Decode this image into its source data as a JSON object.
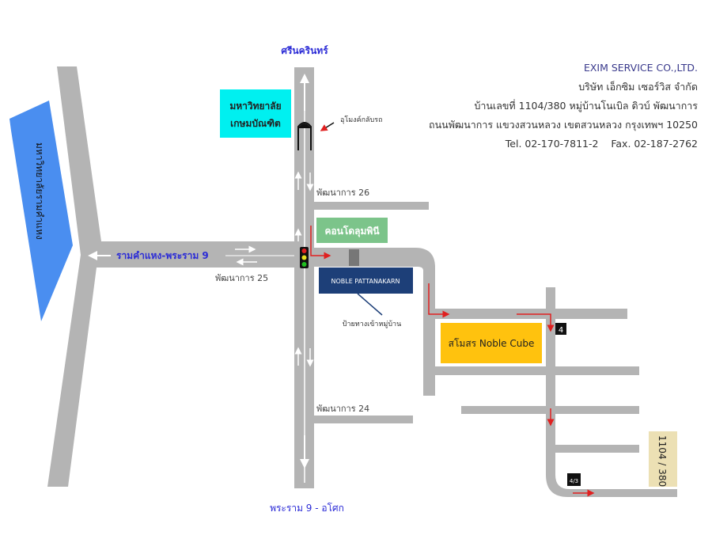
{
  "company": {
    "name_en": "EXIM SERVICE CO.,LTD.",
    "name_th": "บริษัท เอ็กซิม เซอร์วิส จำกัด",
    "address_1": "บ้านเลขที่ 1104/380 หมู่บ้านโนเบิล ดิวบ์ พัฒนาการ",
    "address_2": "ถนนพัฒนาการ แขวงสวนหลวง เขตสวนหลวง กรุงเทพฯ 10250",
    "contact": "Tel. 02-170-7811-2    Fax. 02-187-2762"
  },
  "roads": {
    "north": "ศรีนครินทร์",
    "south": "พระราม 9 - อโศก",
    "west": "รามคำแหง-พระราม 9",
    "soi_26": "พัฒนาการ 26",
    "soi_25": "พัฒนาการ 25",
    "soi_24": "พัฒนาการ 24"
  },
  "landmarks": {
    "university_1": "มหาวิทยาลัย",
    "university_2": "เกษมบัณฑิต",
    "ramkhamhaeng": "มหาวิทยาลัยรามคำแหง",
    "tunnel": "อุโมงค์กลับรถ",
    "condo": "คอนโดลุมพินี",
    "village_sign": "NOBLE PATTANAKARN",
    "sign_note": "ป้ายทางเข้าหมู่บ้าน",
    "clubhouse": "สโมสร Noble Cube",
    "marker_4": "4",
    "marker_43": "4/3",
    "destination": "1104 / 380"
  },
  "colors": {
    "road": "#b4b4b4",
    "route": "#e02020",
    "label_blue": "#2b2bd6",
    "university": "#00f0f0",
    "condo": "#7cc48a",
    "village_sign": "#1d3f78",
    "clubhouse": "#ffc20e",
    "destination": "#ece0b4",
    "lake": "#4a8ef0"
  }
}
